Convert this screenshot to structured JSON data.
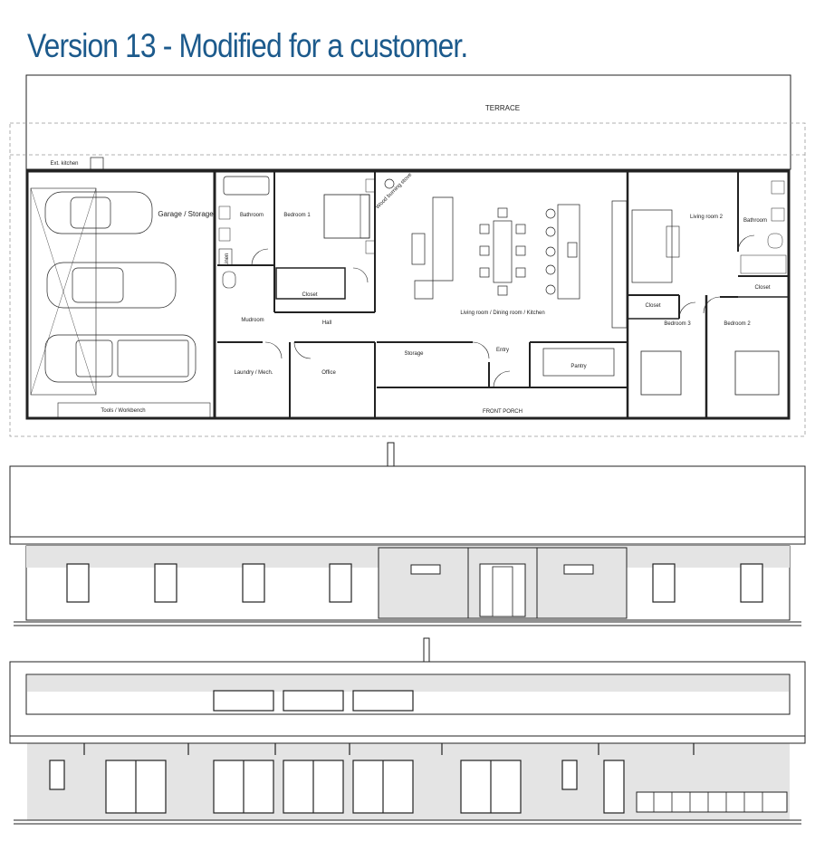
{
  "title": "Version 13 - Modified for a customer.",
  "floor_plan": {
    "labels": {
      "terrace": "TERRACE",
      "ext_kitchen": "Ext. kitchen",
      "garage": "Garage / Storage",
      "tools": "Tools / Workbench",
      "bathroom_1": "Bathroom",
      "bedroom_1": "Bedroom 1",
      "closet_1": "Closet",
      "linen": "Linen",
      "wood_stove": "Wood burning stove",
      "mudroom": "Mudroom",
      "hall": "Hall",
      "living": "Living room / Dining room / Kitchen",
      "laundry": "Laundry / Mech.",
      "office": "Office",
      "storage": "Storage",
      "entry": "Entry",
      "pantry": "Pantry",
      "front_porch": "FRONT PORCH",
      "living_2": "Living room 2",
      "bathroom_2": "Bathroom",
      "closet_2": "Closet",
      "closet_3": "Closet",
      "bedroom_3": "Bedroom 3",
      "bedroom_2": "Bedroom 2"
    }
  },
  "colors": {
    "title": "#1c5a8c",
    "line": "#222222",
    "shade": "#e4e4e4",
    "dashed": "#999999"
  }
}
